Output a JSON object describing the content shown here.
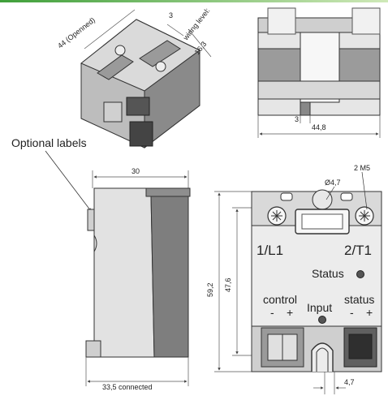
{
  "top_left": {
    "opened_label": "44 (Openned)",
    "gap_label": "3",
    "wiring_label": "wiring level:",
    "wiring_value": "16,3"
  },
  "top_right": {
    "small_dim": "3",
    "width_dim": "44,8"
  },
  "side_view": {
    "callout": "Optional labels",
    "top_dim": "30",
    "bottom_dim": "33,5 connected"
  },
  "front_view": {
    "screw_label": "2 M5",
    "hole_label": "Ø4,7",
    "height_outer": "59,2",
    "height_inner": "47,6",
    "terminal_left": "1/L1",
    "terminal_right": "2/T1",
    "status_label": "Status",
    "control_label": "control",
    "control_minus": "-",
    "control_plus": "+",
    "input_label": "Input",
    "status_small": "status",
    "status_minus": "-",
    "status_plus": "+",
    "bottom_dim": "4,7"
  },
  "colors": {
    "accent_bar": "#9fd27a",
    "body_light": "#e6e6e6",
    "body_dark": "#7e7e7e"
  }
}
